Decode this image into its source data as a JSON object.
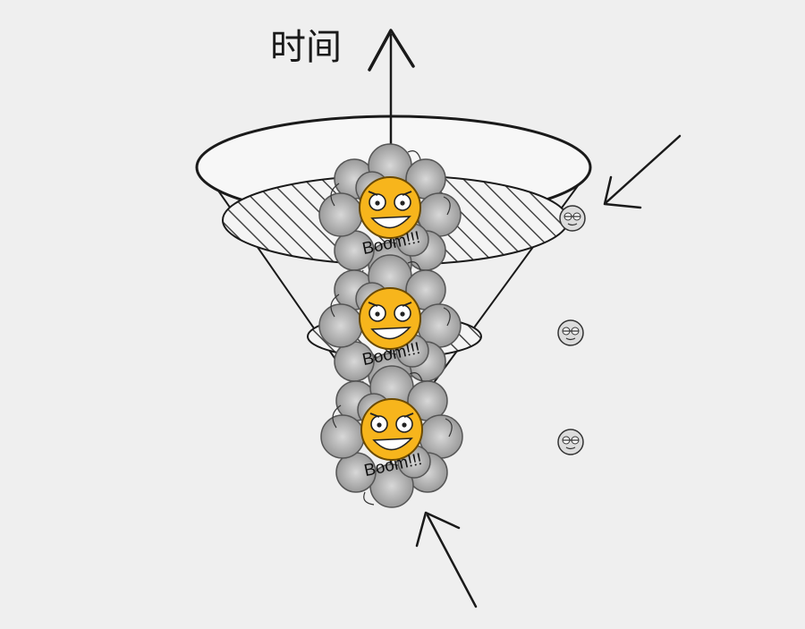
{
  "axis": {
    "title": "时间"
  },
  "explosions": [
    {
      "label": "Boom!!!"
    },
    {
      "label": "Boom!!!"
    },
    {
      "label": "Boom!!!"
    }
  ],
  "colors": {
    "background": "#efefef",
    "ink": "#1a1a1a",
    "explosion_face": "#f7b51c",
    "smoke": "#a8a8a8"
  }
}
